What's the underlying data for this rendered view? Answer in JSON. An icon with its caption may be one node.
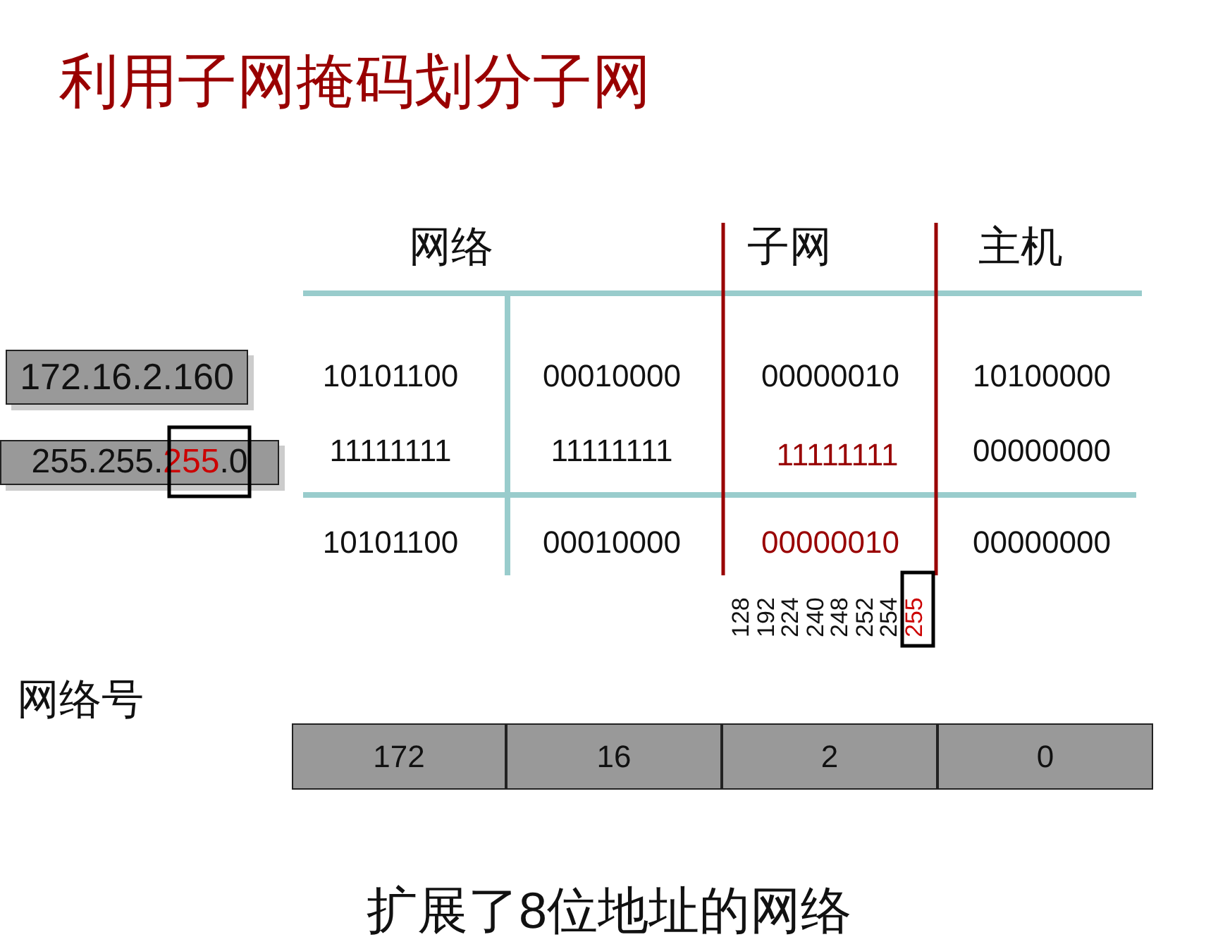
{
  "diagram": {
    "title": "利用子网掩码划分子网",
    "caption": "扩展了8位地址的网络",
    "nodes": [
      {
        "text": [
          "172.16.2.160"
        ]
      },
      {
        "text": [
          "255.255.",
          "255",
          ".0"
        ]
      },
      {
        "text": [
          "172"
        ]
      },
      {
        "text": [
          "16"
        ]
      },
      {
        "text": [
          "2"
        ]
      },
      {
        "text": [
          "0"
        ]
      }
    ],
    "labels": [
      "网络",
      "子网",
      "主机",
      "10101100",
      "00010000",
      "00000010",
      "10100000",
      "11111111",
      "11111111",
      "11111111",
      "00000000",
      "10101100",
      "00010000",
      "00000010",
      "00000000",
      "128",
      "192",
      "224",
      "240",
      "248",
      "252",
      "254",
      "255",
      "网络号"
    ]
  }
}
